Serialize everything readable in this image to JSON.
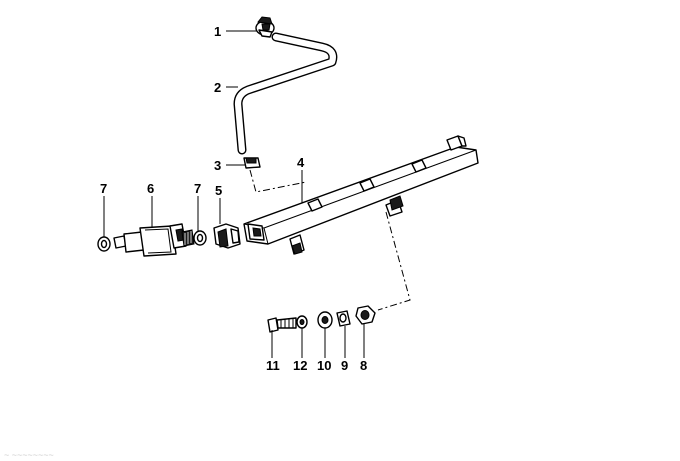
{
  "diagram": {
    "callouts": {
      "c1": "1",
      "c2": "2",
      "c3": "3",
      "c4": "4",
      "c5": "5",
      "c6": "6",
      "c7a": "7",
      "c7b": "7",
      "c8": "8",
      "c9": "9",
      "c10": "10",
      "c11": "11",
      "c12": "12"
    },
    "watermark": "~ ~~~~~~~~"
  }
}
